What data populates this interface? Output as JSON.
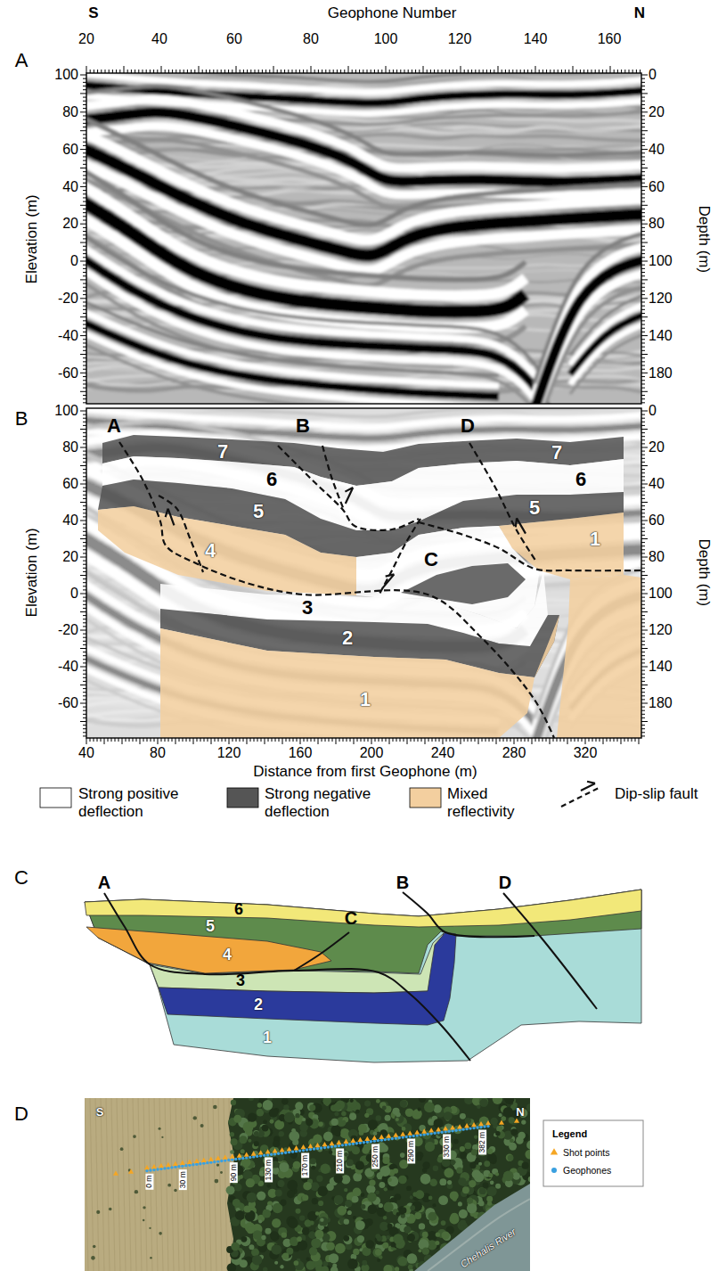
{
  "diagram": {
    "labels": [
      "S",
      "Geophone Number",
      "N",
      "20",
      "40",
      "60",
      "80",
      "100",
      "120",
      "140",
      "160",
      "A",
      "Elevation (m)",
      "100",
      "80",
      "60",
      "40",
      "20",
      "0",
      "-20",
      "-40",
      "-60",
      "Depth (m)",
      "0",
      "20",
      "40",
      "60",
      "80",
      "100",
      "120",
      "140",
      "180",
      "B",
      "Elevation (m)",
      "100",
      "80",
      "60",
      "40",
      "20",
      "0",
      "-20",
      "-40",
      "-60",
      "Depth (m)",
      "0",
      "20",
      "40",
      "60",
      "80",
      "100",
      "120",
      "140",
      "180",
      "A",
      "B",
      "D",
      "C",
      "7",
      "6",
      "5",
      "4",
      "3",
      "2",
      "1",
      "7",
      "6",
      "5",
      "1",
      "40",
      "80",
      "120",
      "160",
      "200",
      "240",
      "280",
      "320",
      "Distance from first Geophone (m)",
      "C",
      "A",
      "B",
      "D",
      "C",
      "6",
      "5",
      "4",
      "3",
      "2",
      "1",
      "D",
      "S",
      "N",
      "0 m",
      "30 m",
      "90 m",
      "130 m",
      "170 m",
      "210 m",
      "250 m",
      "290 m",
      "330 m",
      "382 m",
      "Chehalis River",
      "Legend"
    ],
    "legend": [
      {
        "text": "Strong positive deflection",
        "color": "#ffffff"
      },
      {
        "text": "Strong negative deflection",
        "color": "#555555"
      },
      {
        "text": "Mixed reflectivity",
        "color": "#f3cf9f"
      },
      {
        "text": "Dip-slip fault"
      },
      {
        "text": "Shot points"
      },
      {
        "text": "Geophones"
      }
    ]
  }
}
